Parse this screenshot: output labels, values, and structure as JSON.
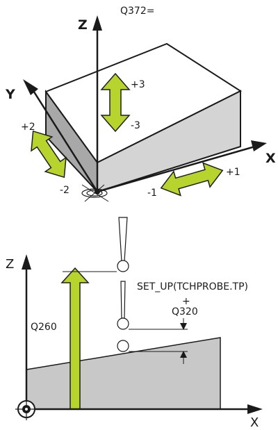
{
  "top": {
    "param_label": "Q372=",
    "axis_z": "Z",
    "axis_y": "Y",
    "axis_x": "X",
    "dir_plus3": "+3",
    "dir_minus3": "-3",
    "dir_plus2": "+2",
    "dir_minus2": "-2",
    "dir_plus1": "+1",
    "dir_minus1": "-1"
  },
  "bottom": {
    "axis_z": "Z",
    "axis_x": "X",
    "q260_label": "Q260",
    "setup_label": "SET_UP(TCHPROBE.TP)",
    "plus_label": "+",
    "q320_label": "Q320"
  },
  "colors": {
    "arrow_fill": "#b7d32e",
    "arrow_stroke": "#1f1f1f",
    "block_top": "#ffffff",
    "block_front": "#d4d4d4",
    "block_side": "#a8a8a8",
    "workpiece": "#c8c8c8"
  }
}
